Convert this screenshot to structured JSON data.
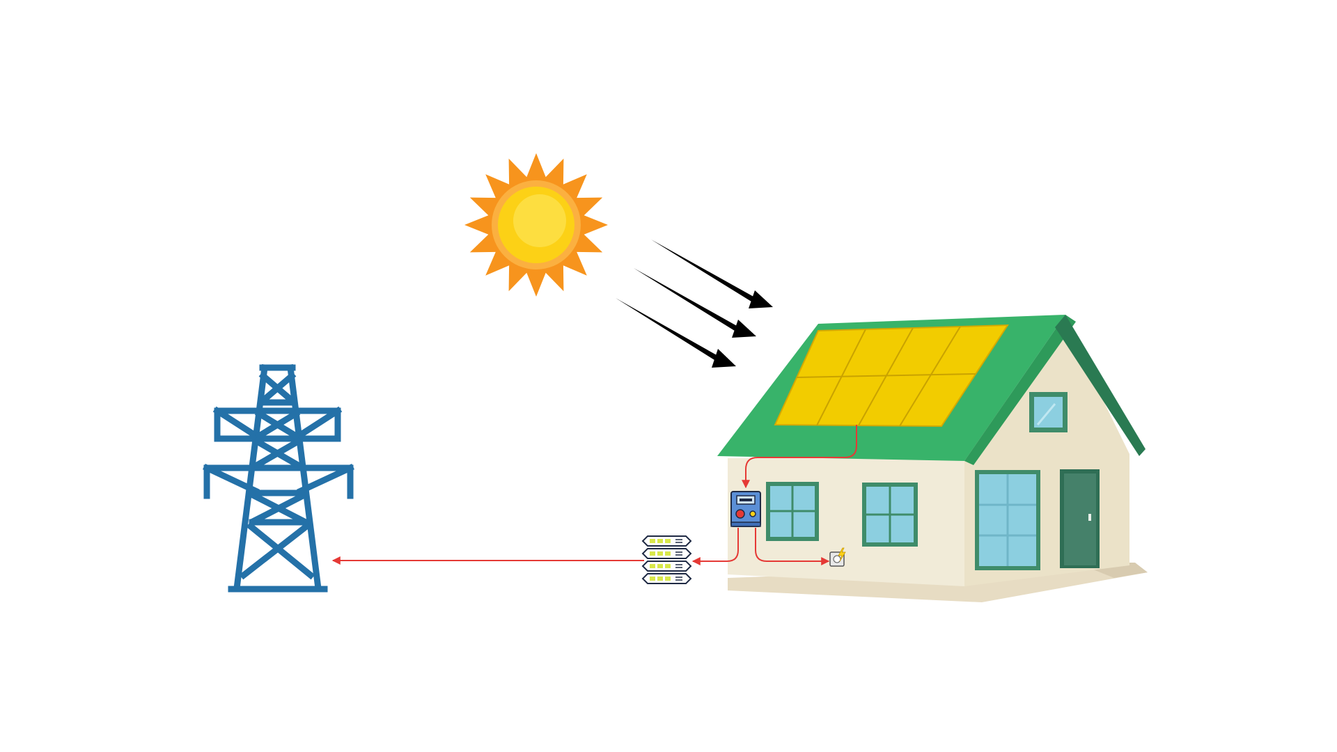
{
  "diagram": {
    "type": "grid-tied solar pv system",
    "colors": {
      "background": "#ffffff",
      "sun_outer": "#f7941d",
      "sun_mid": "#fbb040",
      "sun_core": "#fcd116",
      "sun_rays_arrows": "#000000",
      "roof": "#38b36a",
      "roof_dark": "#2a7a52",
      "solar_panel": "#f2cc00",
      "house_wall": "#f1ebd8",
      "window_frame": "#3f8c6a",
      "window_glass": "#8ccfe0",
      "door": "#45816a",
      "wire": "#e53935",
      "pylon": "#2471a8",
      "meter": "#5b8fd6"
    },
    "components": [
      {
        "id": "sun",
        "icon": "sun-icon"
      },
      {
        "id": "sunlight",
        "icon": "sunlight-arrows",
        "count": 3
      },
      {
        "id": "house",
        "icon": "house-icon"
      },
      {
        "id": "solar-panels",
        "icon": "solar-panel-icon",
        "cells": 8
      },
      {
        "id": "inverter",
        "icon": "inverter-icon"
      },
      {
        "id": "outlet",
        "icon": "power-outlet-icon"
      },
      {
        "id": "net-meter",
        "icon": "meter-stack-icon"
      },
      {
        "id": "grid-tower",
        "icon": "transmission-tower-icon"
      }
    ],
    "connections": [
      {
        "from": "solar-panels",
        "to": "inverter"
      },
      {
        "from": "inverter",
        "to": "outlet"
      },
      {
        "from": "inverter",
        "to": "net-meter"
      },
      {
        "from": "net-meter",
        "to": "grid-tower"
      }
    ]
  }
}
